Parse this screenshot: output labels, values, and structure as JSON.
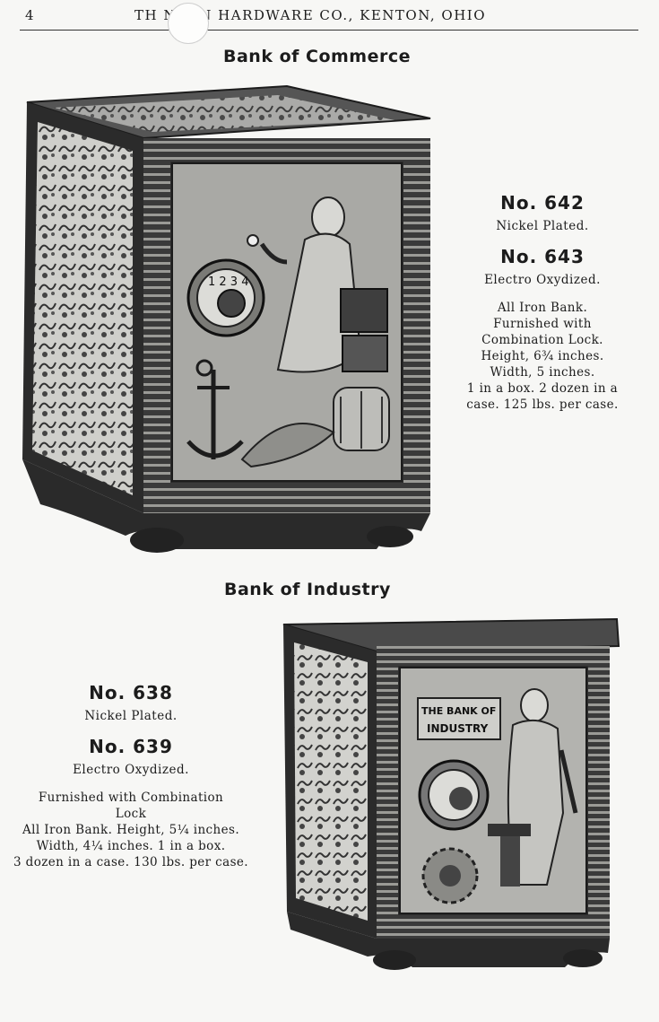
{
  "header": {
    "page_number": "4",
    "running_head": "TH        NTON HARDWARE CO., KENTON, OHIO"
  },
  "products": [
    {
      "title": "Bank of Commerce",
      "models": [
        {
          "number": "No. 642",
          "finish": "Nickel Plated."
        },
        {
          "number": "No. 643",
          "finish": "Electro Oxydized."
        }
      ],
      "description": "All Iron Bank.\nFurnished with\nCombination Lock.\nHeight, 6¾ inches.\nWidth, 5 inches.\n1 in a box.  2 dozen in a\ncase.  125 lbs. per case.",
      "dial_numbers": "1 2 3 4"
    },
    {
      "title": "Bank of Industry",
      "models": [
        {
          "number": "No. 638",
          "finish": "Nickel Plated."
        },
        {
          "number": "No. 639",
          "finish": "Electro Oxydized."
        }
      ],
      "description": "Furnished with Combination\nLock\nAll Iron Bank.  Height, 5¼ inches.\nWidth, 4¼ inches.  1 in a box.\n3 dozen in a case.  130 lbs. per case.",
      "door_label_1": "THE BANK OF",
      "door_label_2": "INDUSTRY"
    }
  ]
}
